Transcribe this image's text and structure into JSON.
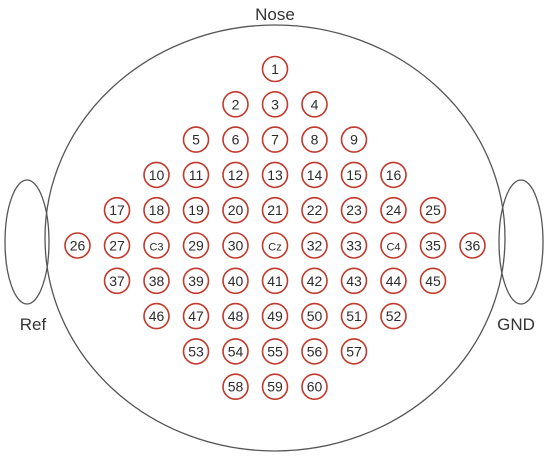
{
  "labels": {
    "nose": "Nose",
    "ref": "Ref",
    "gnd": "GND"
  },
  "colors": {
    "head_outline": "#555555",
    "electrode_ring": "#c0392b",
    "text": "#2b2b2b"
  },
  "electrodes": [
    [
      "1"
    ],
    [
      "2",
      "3",
      "4"
    ],
    [
      "5",
      "6",
      "7",
      "8",
      "9"
    ],
    [
      "10",
      "11",
      "12",
      "13",
      "14",
      "15",
      "16"
    ],
    [
      "17",
      "18",
      "19",
      "20",
      "21",
      "22",
      "23",
      "24",
      "25"
    ],
    [
      "26",
      "27",
      "C3",
      "29",
      "30",
      "Cz",
      "32",
      "33",
      "C4",
      "35",
      "36"
    ],
    [
      "37",
      "38",
      "39",
      "40",
      "41",
      "42",
      "43",
      "44",
      "45"
    ],
    [
      "46",
      "47",
      "48",
      "49",
      "50",
      "51",
      "52"
    ],
    [
      "53",
      "54",
      "55",
      "56",
      "57"
    ],
    [
      "58",
      "59",
      "60"
    ]
  ]
}
